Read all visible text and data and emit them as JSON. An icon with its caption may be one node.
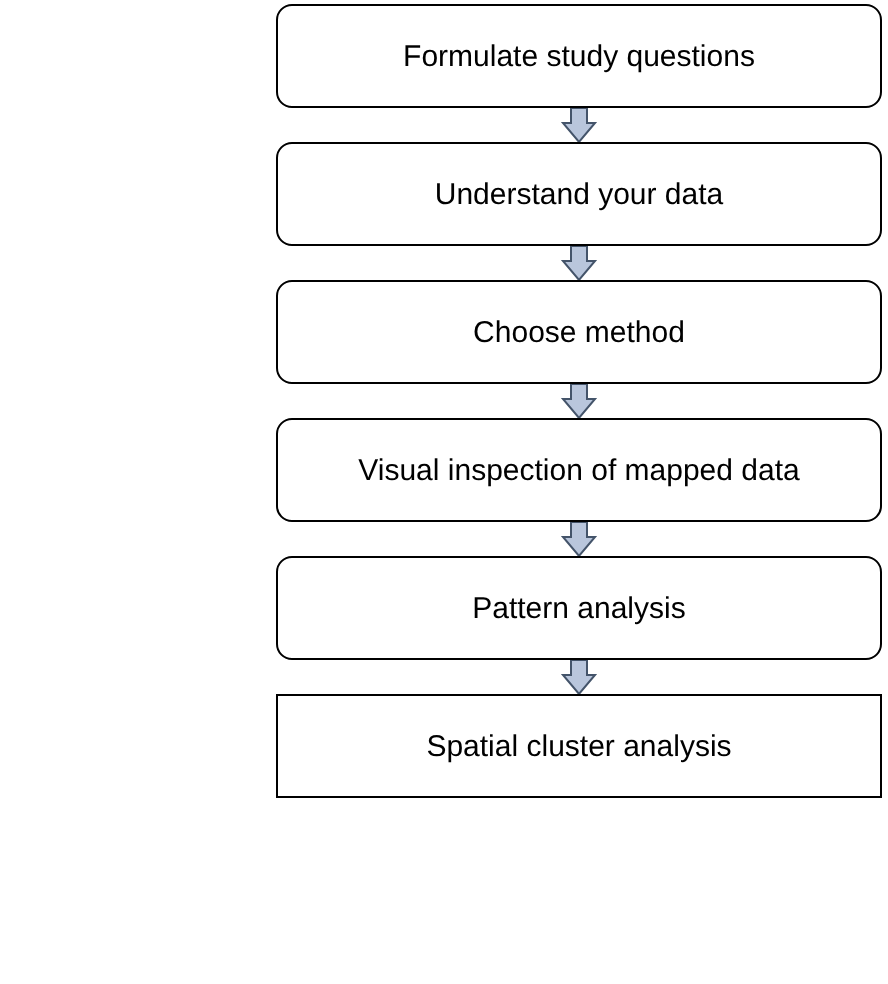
{
  "diagram": {
    "nodes": [
      {
        "text": [
          "Formulate study questions"
        ]
      },
      {
        "text": [
          "Understand your data"
        ]
      },
      {
        "text": [
          "Choose method"
        ]
      },
      {
        "text": [
          "Visual inspection of mapped data"
        ]
      },
      {
        "text": [
          "Pattern analysis"
        ]
      },
      {
        "text": [
          "Spatial cluster analysis"
        ]
      }
    ],
    "edges": [
      {
        "from": 0,
        "to": 1,
        "arrow": "to"
      },
      {
        "from": 1,
        "to": 2,
        "arrow": "to"
      },
      {
        "from": 2,
        "to": 3,
        "arrow": "to"
      },
      {
        "from": 3,
        "to": 4,
        "arrow": "to"
      },
      {
        "from": 4,
        "to": 5,
        "arrow": "to"
      }
    ]
  }
}
